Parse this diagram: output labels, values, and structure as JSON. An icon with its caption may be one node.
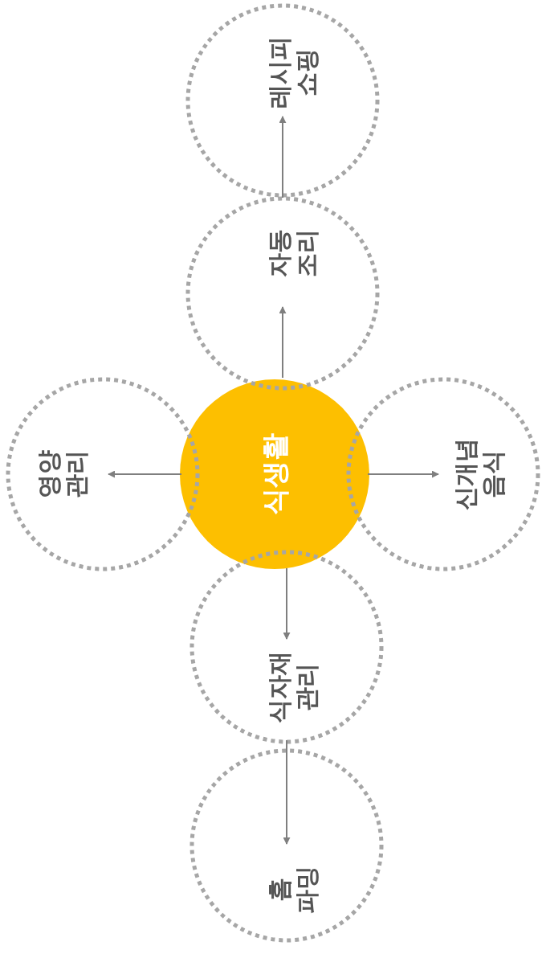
{
  "diagram": {
    "nodes": [
      {
        "text": [
          "식생활"
        ]
      },
      {
        "text": [
          "자동 조리"
        ]
      },
      {
        "text": [
          "레시피 쇼핑"
        ]
      },
      {
        "text": [
          "영양 관리"
        ]
      },
      {
        "text": [
          "신개념 음식"
        ]
      },
      {
        "text": [
          "식자재 관리"
        ]
      },
      {
        "text": [
          "홈 파밍"
        ]
      }
    ],
    "edges": [
      {
        "from": 0,
        "to": 1,
        "arrow": "to"
      },
      {
        "from": 1,
        "to": 2,
        "arrow": "to"
      },
      {
        "from": 0,
        "to": 3,
        "arrow": "to"
      },
      {
        "from": 0,
        "to": 4,
        "arrow": "to"
      },
      {
        "from": 0,
        "to": 5,
        "arrow": "to"
      },
      {
        "from": 5,
        "to": 6,
        "arrow": "to"
      }
    ]
  }
}
